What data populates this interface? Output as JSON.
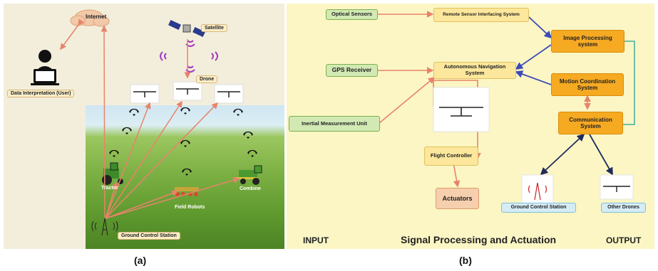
{
  "panel_a": {
    "internet": "Internet",
    "satellite": "Satellite",
    "drone": "Drone",
    "data_interpretation": "Data Interpretation (User)",
    "tractor": "Tractor",
    "field_robots": "Field Robots",
    "combine": "Combine",
    "ground_control_station": "Ground Control  Station"
  },
  "panel_b": {
    "optical_sensors": "Optical Sensors",
    "gps_receiver": "GPS Receiver",
    "imu": "Inertial Measurement Unit",
    "remote_sensor": "Remote Sensor Interfacing System",
    "autonomous_navigation": "Autonomous Navigation System",
    "image_processing": "Image Processing system",
    "motion_coordination": "Motion Coordination System",
    "communication": "Communication System",
    "flight_controller": "Flight Controller",
    "actuators": "Actuators",
    "ground_control_station": "Ground Control Station",
    "other_drones": "Other Drones",
    "input": "INPUT",
    "signal_processing": "Signal Processing and Actuation",
    "output": "OUTPUT"
  },
  "captions": {
    "a": "(a)",
    "b": "(b)"
  },
  "colors": {
    "arrow_salmon": "#e8836b",
    "arrow_blue": "#3b4bb8",
    "arrow_navy": "#1f2b5c",
    "arrow_teal": "#5cb8a4",
    "node_orange": "#f6aa22",
    "node_green": "#d2e9b4"
  }
}
